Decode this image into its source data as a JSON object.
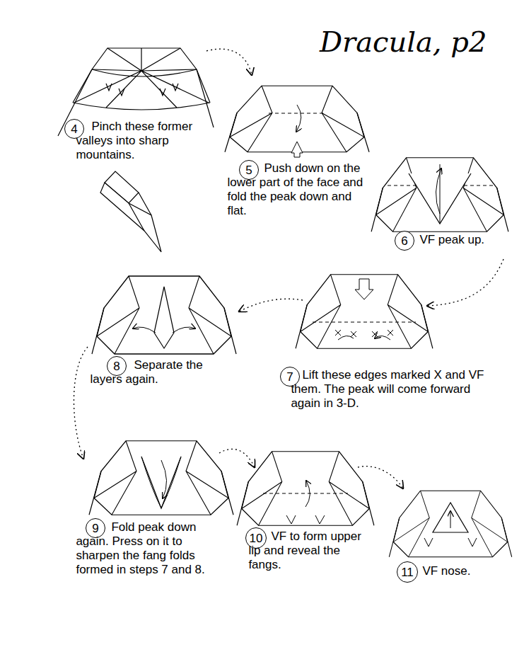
{
  "diagram": {
    "nodes": [
      {
        "text": [
          "4",
          "Pinch these former valleys into sharp mountains."
        ]
      },
      {
        "text": [
          "5",
          "Push down on the lower part of the face and fold the peak down and flat."
        ]
      },
      {
        "text": [
          "6",
          "VF peak up."
        ]
      },
      {
        "text": [
          "8",
          "Separate the layers again."
        ]
      },
      {
        "text": [
          "7",
          "Lift these edges marked X and VF them. The peak will come forward again in 3-D."
        ]
      },
      {
        "text": [
          "9",
          "Fold peak down again. Press on it to sharpen the fang folds formed in steps 7 and 8."
        ]
      },
      {
        "text": [
          "10",
          "VF to form upper lip and reveal the fangs."
        ]
      },
      {
        "text": [
          "11",
          "VF nose."
        ]
      }
    ],
    "labels": [
      "Dracula, p2"
    ]
  }
}
